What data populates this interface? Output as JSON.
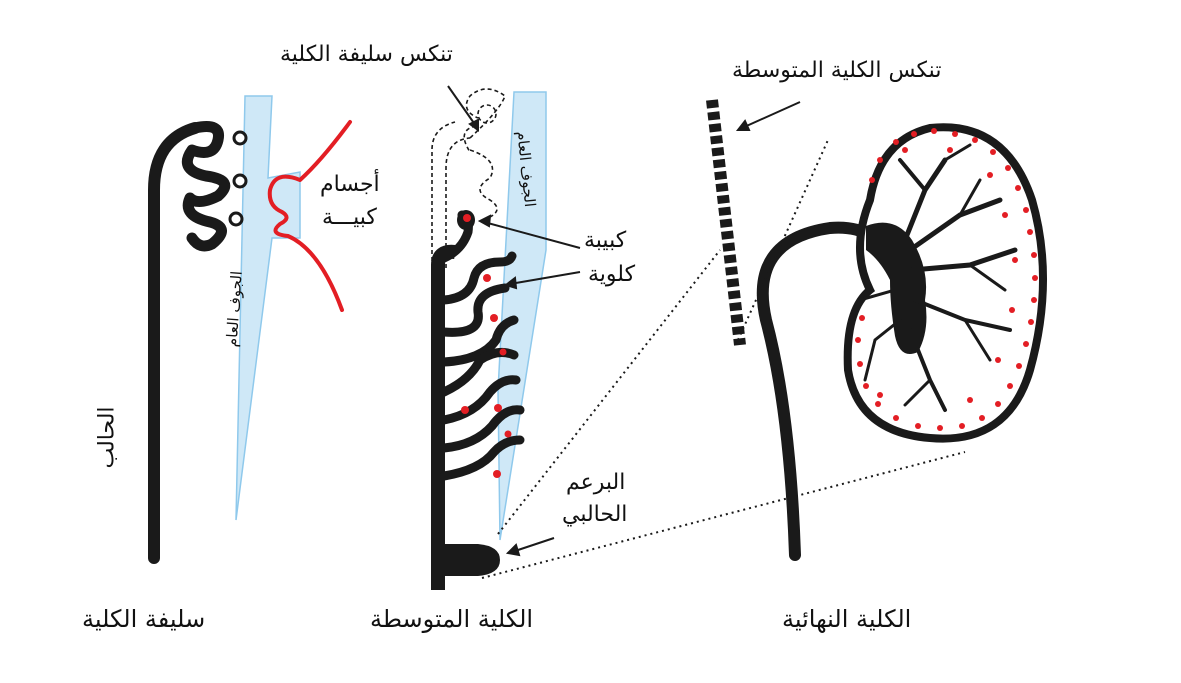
{
  "labels": {
    "pronephros_title": "سليفة الكلية",
    "mesonephros_title": "الكلية المتوسطة",
    "metanephros_title": "الكلية النهائية",
    "pronephros_degeneration": "تنكس سليفة الكلية",
    "mesonephros_degeneration": "تنكس الكلية المتوسطة",
    "glomeruli_line1": "أجسام",
    "glomeruli_line2": "كبيـــة",
    "renal_glomerulus_line1": "كبيبة",
    "renal_glomerulus_line2": "كلوية",
    "ureteric_bud_line1": "البرعم",
    "ureteric_bud_line2": "الحالبي",
    "ureter": "الحالب",
    "coelom_pro": "الجوف العام",
    "coelom_meso": "الجوف العام"
  },
  "colors": {
    "structure": "#1a1a1a",
    "vessels": "#e31e24",
    "coelom": "#cfe8f7",
    "coelom_border": "#8fc9ec"
  }
}
